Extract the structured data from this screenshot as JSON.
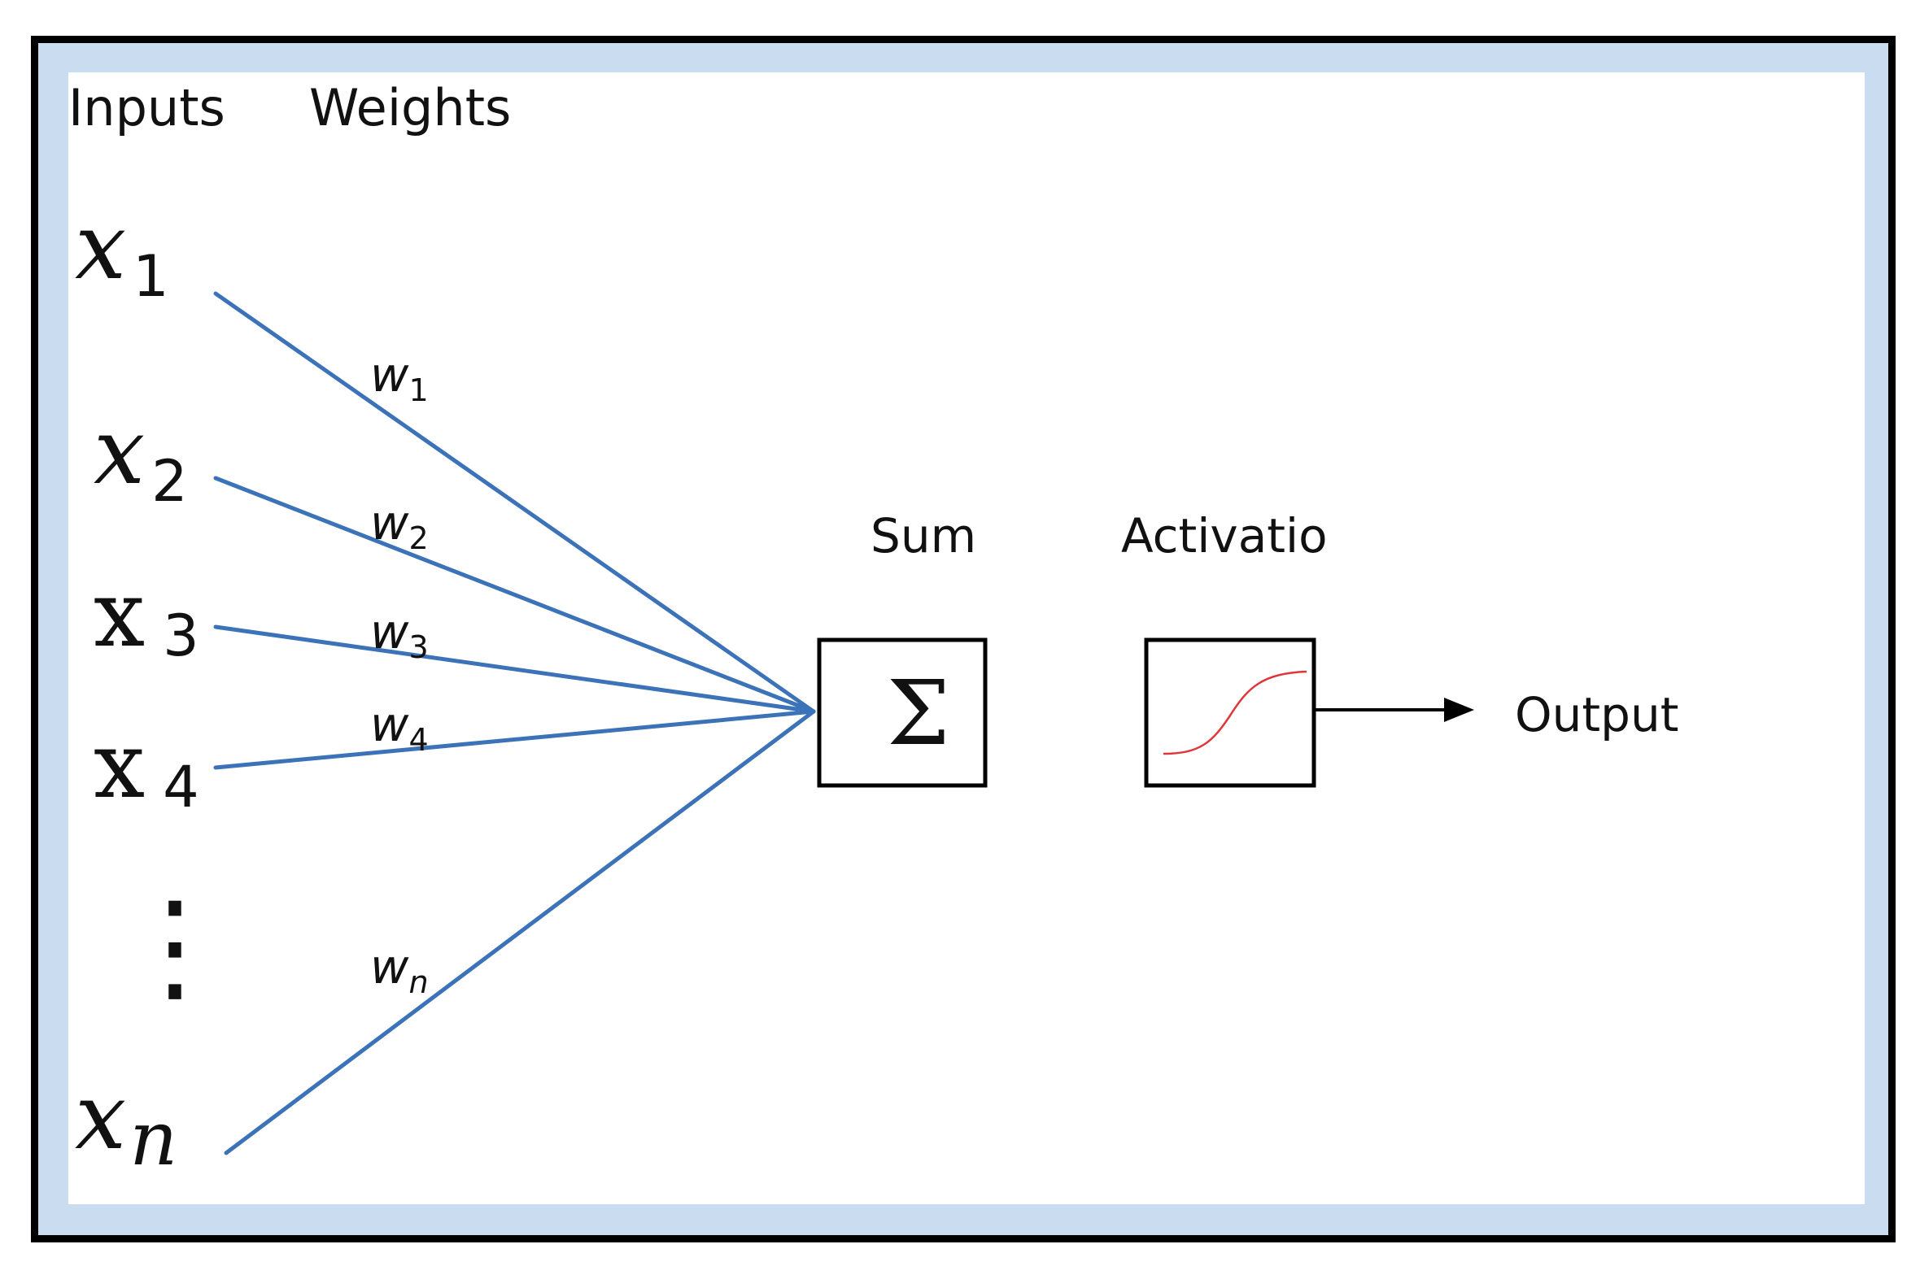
{
  "headers": {
    "inputs": "Inputs",
    "weights": "Weights"
  },
  "inputs": [
    {
      "symbol": "x",
      "sub": "1"
    },
    {
      "symbol": "x",
      "sub": "2"
    },
    {
      "symbol": "x",
      "sub": "3"
    },
    {
      "symbol": "x",
      "sub": "4"
    },
    {
      "symbol": "x",
      "sub": "n"
    }
  ],
  "ellipsis": "⋮",
  "weights": [
    {
      "symbol": "w",
      "sub": "1"
    },
    {
      "symbol": "w",
      "sub": "2"
    },
    {
      "symbol": "w",
      "sub": "3"
    },
    {
      "symbol": "w",
      "sub": "4"
    },
    {
      "symbol": "w",
      "sub": "n"
    }
  ],
  "sum": {
    "label": "Sum",
    "symbol": "Σ"
  },
  "activation": {
    "label": "Activatio"
  },
  "output": {
    "label": "Output"
  },
  "colors": {
    "edge": "#3b72b8",
    "frame_border": "#000000",
    "frame_fill": "#c9dcf0",
    "activation_curve": "#e0363b",
    "arrow": "#000000"
  }
}
